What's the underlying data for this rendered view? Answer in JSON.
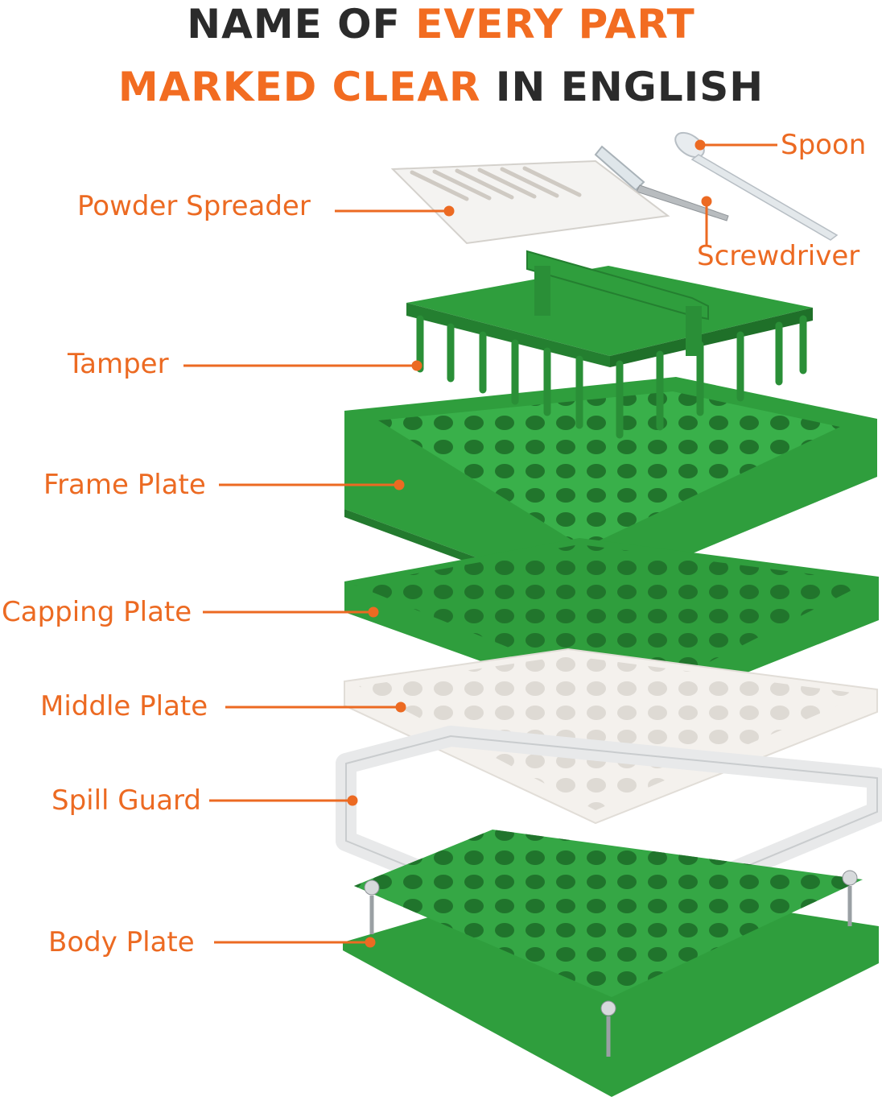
{
  "headline": {
    "line1_part1": "NAME OF ",
    "line1_part2": "EVERY PART",
    "line2_part1": "MARKED CLEAR",
    "line2_part2": " IN ENGLISH"
  },
  "parts": {
    "spoon": "Spoon",
    "screwdriver": "Screwdriver",
    "powder_spreader": "Powder Spreader",
    "tamper": "Tamper",
    "frame_plate": "Frame Plate",
    "capping_plate": "Capping Plate",
    "middle_plate": "Middle Plate",
    "spill_guard": "Spill Guard",
    "body_plate": "Body Plate"
  },
  "colors": {
    "accent": "#f26c21",
    "dark_text": "#2b2b2b",
    "green": "#2e9a3c",
    "white_part": "#f2efeb"
  }
}
